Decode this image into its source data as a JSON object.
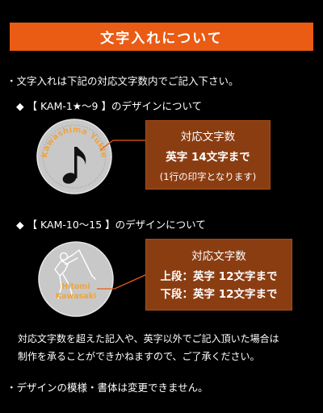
{
  "header": {
    "title": "文字入れについて"
  },
  "intro": "・文字入れは下記の対応文字数内でご記入下さい。",
  "section1": {
    "heading": "◆ 【 KAM-1★～9 】のデザインについて",
    "coin_text": "Kawashima Yukie",
    "box_title": "対応文字数",
    "box_main": "英字 14文字まで",
    "box_sub": "(1行の印字となります)"
  },
  "section2": {
    "heading": "◆ 【 KAM-10～15 】のデザインについて",
    "coin_line1": "Hitomi",
    "coin_line2": "Kawasaki",
    "box_title": "対応文字数",
    "box_line1": "上段：英字 12文字まで",
    "box_line2": "下段：英字 12文字まで"
  },
  "notice_line1": "対応文字数を超えた記入や、英字以外でご記入頂いた場合は",
  "notice_line2": "制作を承ることができかねますので、ご了承ください。",
  "footer_note": "・デザインの模様・書体は変更できません。",
  "colors": {
    "accent": "#ea5b14",
    "box_fill": "#8b3d12",
    "coin": "#c8c8c8",
    "coin_text": "#f0a43a"
  },
  "icons": [
    "music-note-icon",
    "golfer-silhouette-icon"
  ]
}
